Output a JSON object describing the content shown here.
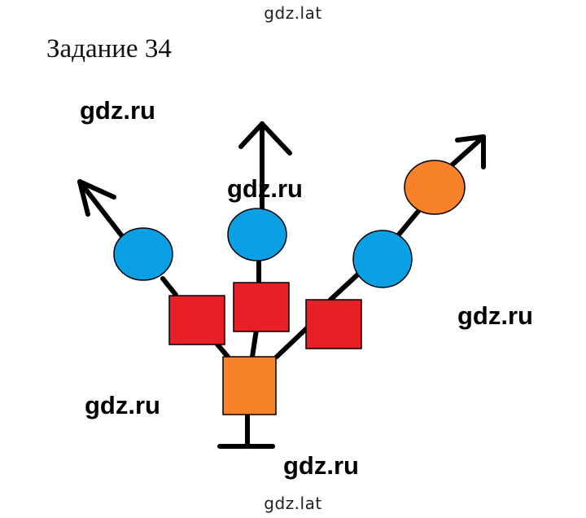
{
  "watermark_top": "gdz.lat",
  "watermark_bottom": "gdz.lat",
  "title": "Задание 34",
  "overlay_watermarks": [
    "gdz.ru",
    "gdz.ru",
    "gdz.ru",
    "gdz.ru",
    "gdz.ru"
  ],
  "colors": {
    "blue": "#0b9fe3",
    "red": "#e81f27",
    "orange": "#f7822a",
    "stroke": "#000000"
  }
}
